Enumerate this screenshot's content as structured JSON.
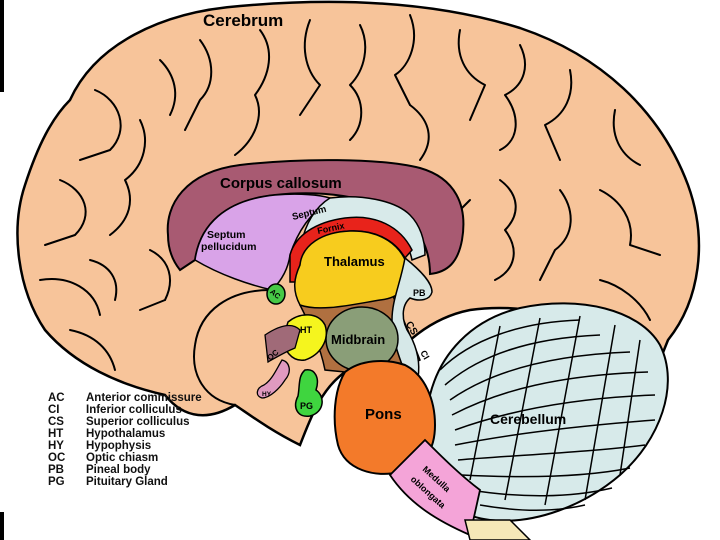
{
  "labels": {
    "cerebrum": "Cerebrum",
    "corpus_callosum": "Corpus callosum",
    "septum_pellucidum_1": "Septum",
    "septum_pellucidum_2": "pellucidum",
    "septum": "Septum",
    "fornix": "Fornix",
    "thalamus": "Thalamus",
    "ac": "AC",
    "pb": "PB",
    "ht": "HT",
    "midbrain": "Midbrain",
    "cs": "CS",
    "ci": "CI",
    "oc": "OC",
    "hy": "HY",
    "pg": "PG",
    "pons": "Pons",
    "cerebellum": "Cerebellum",
    "medulla_1": "Medulla",
    "medulla_2": "oblongata"
  },
  "legend": [
    {
      "abbr": "AC",
      "text": "Anterior commissure"
    },
    {
      "abbr": "CI",
      "text": "Inferior colliculus"
    },
    {
      "abbr": "CS",
      "text": "Superior colliculus"
    },
    {
      "abbr": "HT",
      "text": "Hypothalamus"
    },
    {
      "abbr": "HY",
      "text": "Hypophysis"
    },
    {
      "abbr": "OC",
      "text": "Optic chiasm"
    },
    {
      "abbr": "PB",
      "text": "Pineal body"
    },
    {
      "abbr": "PG",
      "text": "Pituitary Gland"
    }
  ],
  "colors": {
    "cerebrum": "#f7c49a",
    "corpus_callosum": "#a85a72",
    "septum_pellucidum": "#d9a3e8",
    "septum": "#d8eaea",
    "fornix": "#e8231b",
    "thalamus": "#f7cc1e",
    "brainstem_brown": "#b07040",
    "midbrain": "#8a9e78",
    "hypothalamus": "#f5f51e",
    "anterior_commissure": "#46c846",
    "pituitary": "#3fd53f",
    "optic_chiasm": "#a06a78",
    "hypophysis": "#e09ac0",
    "pons": "#f37a2a",
    "cerebellum": "#d7eaea",
    "medulla": "#f4a4d8",
    "spinal_cord": "#f5e8b8",
    "pineal": "#d6e8e8"
  }
}
